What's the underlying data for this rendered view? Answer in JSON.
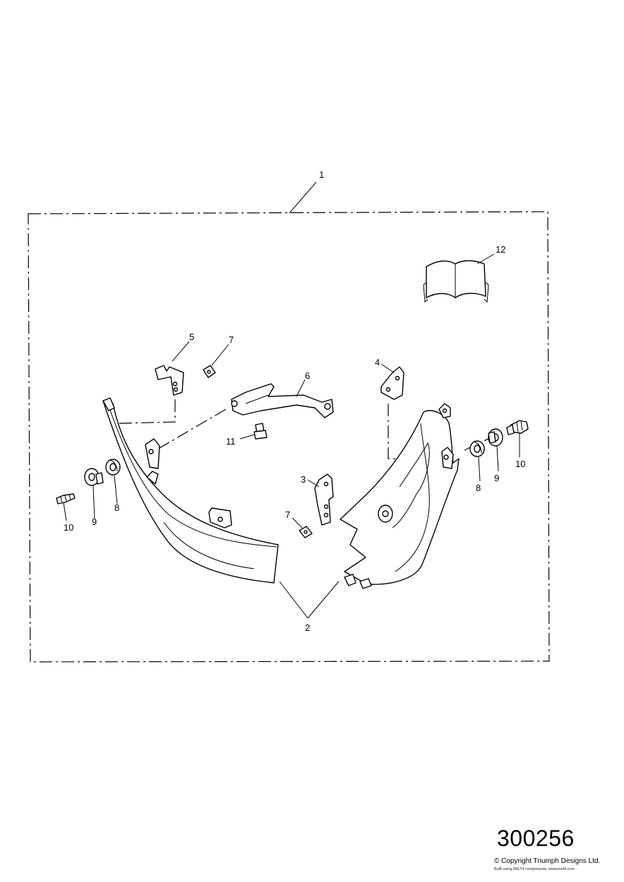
{
  "labels": {
    "p1": "1",
    "p2": "2",
    "p3": "3",
    "p4": "4",
    "p5": "5",
    "p6": "6",
    "p7a": "7",
    "p7b": "7",
    "p8a": "8",
    "p8b": "8",
    "p9a": "9",
    "p9b": "9",
    "p10a": "10",
    "p10b": "10",
    "p11": "11",
    "p12": "12"
  },
  "diagram_number": "300256",
  "copyright": "© Copyright Triumph Designs Ltd.",
  "build_credit": "Built using INET4 components. www.inet4.com"
}
